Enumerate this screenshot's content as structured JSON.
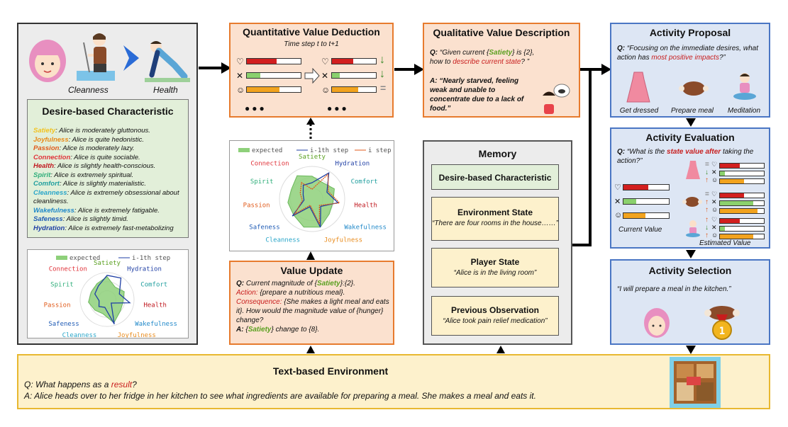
{
  "left_panel": {
    "caption_cleanness": "Cleanness",
    "caption_health": "Health",
    "characteristic_title": "Desire-based Characteristic",
    "traits": [
      {
        "name": "Satiety",
        "text": ": Alice is moderately gluttonous.",
        "color": "#f2c21e"
      },
      {
        "name": "Joyfulness",
        "text": ": Alice is quite hedonistic.",
        "color": "#e88a1a"
      },
      {
        "name": "Passion",
        "text": ": Alice is moderately lazy.",
        "color": "#e05a1a"
      },
      {
        "name": "Connection",
        "text": ": Alice is quite sociable.",
        "color": "#e0333a"
      },
      {
        "name": "Health",
        "text": ": Alice is slightly health-conscious.",
        "color": "#c0181f"
      },
      {
        "name": "Spirit",
        "text": ": Alice is extremely spiritual.",
        "color": "#2fae7a"
      },
      {
        "name": "Comfort",
        "text": ": Alice is slightly materialistic.",
        "color": "#1f9e9e"
      },
      {
        "name": "Cleanness",
        "text": ": Alice is extremely obsessional about cleanliness.",
        "color": "#2aa6c9"
      },
      {
        "name": "Wakefulness",
        "text": ": Alice is extremely fatigable.",
        "color": "#1f88c9"
      },
      {
        "name": "Safeness",
        "text": ": Alice is slightly timid.",
        "color": "#1f5bb5"
      },
      {
        "name": "Hydration",
        "text": ": Alice is extremely fast-metabolizing",
        "color": "#1f3fa5"
      }
    ],
    "legend_expected": "expected",
    "legend_step": "i-1th step"
  },
  "radar_labels": {
    "satiety": "Satiety",
    "hydration": "Hydration",
    "comfort": "Comfort",
    "health": "Health",
    "wakefulness": "Wakefulness",
    "joyfulness": "Joyfulness",
    "cleanness": "Cleanness",
    "safeness": "Safeness",
    "passion": "Passion",
    "spirit": "Spirit",
    "connection": "Connection"
  },
  "radar_colors": {
    "satiety": "#5aa020",
    "hydration": "#1f3fa5",
    "comfort": "#1f9e9e",
    "health": "#c0181f",
    "wakefulness": "#1f88c9",
    "joyfulness": "#e88a1a",
    "cleanness": "#2aa6c9",
    "safeness": "#1f5bb5",
    "passion": "#e05a1a",
    "spirit": "#2fae7a",
    "connection": "#e0333a"
  },
  "quant": {
    "title": "Quantitative Value Deduction",
    "subtitle": "Time step t to t+1",
    "dots_left": "●●●",
    "dots_right": "●●●"
  },
  "mid_radar": {
    "legend_expected": "expected",
    "legend_prev": "i-1th step",
    "legend_curr": "i step"
  },
  "value_update": {
    "title": "Value Update",
    "q_prefix": "Q:",
    "q_text1": " Current magnitude of {",
    "q_key": "Satiety",
    "q_text2": "}:{2}.",
    "action_label": "Action:",
    "action_text": " {prepare a nutritious meal}.",
    "consequence_label": "Consequence:",
    "consequence_text": " {She makes a light meal and eats it}. How would the magnitude value of {hunger} change?",
    "a_prefix": "A:",
    "a_text1": " {",
    "a_key": "Satiety",
    "a_text2": "} change to {8}."
  },
  "qual": {
    "title": "Qualitative Value Description",
    "q_prefix": "Q:",
    "q_text1": " “Given current {",
    "q_key": "Satiety",
    "q_text2": "} is {2},",
    "q_text3": "how to ",
    "q_highlight": "describe current state",
    "q_text4": "? ”",
    "a_prefix": "A:",
    "a_text": " “Nearly starved, feeling weak and unable to concentrate due to a lack of food.”"
  },
  "memory": {
    "title": "Memory",
    "char_title": "Desire-based Characteristic",
    "env_title": "Environment State",
    "env_text": "“There are four rooms in the house……”",
    "player_title": "Player State",
    "player_text": "“Alice is in the living room”",
    "obs_title": "Previous Observation",
    "obs_text": "“Alice took pain relief medication”"
  },
  "proposal": {
    "title": "Activity Proposal",
    "q_prefix": "Q:",
    "q_text": " “Focusing on the immediate desires, what action has ",
    "q_highlight": "most positive impacts",
    "q_end": "?”",
    "opt1": "Get dressed",
    "opt2": "Prepare meal",
    "opt3": "Meditation"
  },
  "evaluation": {
    "title": "Activity Evaluation",
    "q_prefix": "Q:",
    "q_text1": " “What is the ",
    "q_highlight": "state value after",
    "q_text2": " taking the action?”",
    "current_label": "Current Value",
    "estimated_label": "Estimated Value"
  },
  "selection": {
    "title": "Activity Selection",
    "quote": "“I will prepare a meal in the kitchen.”"
  },
  "environment": {
    "title": "Text-based Environment",
    "q_prefix": "Q: What happens as a ",
    "q_highlight": "result",
    "q_end": "?",
    "answer": "A: Alice heads over to her fridge in her kitchen to see what ingredients are available for preparing a meal. She makes a meal and eats it."
  },
  "colors": {
    "orange_panel": "#fbe1cf",
    "orange_border": "#e77b2e",
    "blue_panel": "#dde6f4",
    "blue_border": "#4a76c4",
    "yellow_panel": "#fdf1cc",
    "yellow_border": "#e8b830",
    "green_panel": "#e6f2dc",
    "highlight_red": "#c81d1d",
    "satiety_green": "#5aa020"
  }
}
